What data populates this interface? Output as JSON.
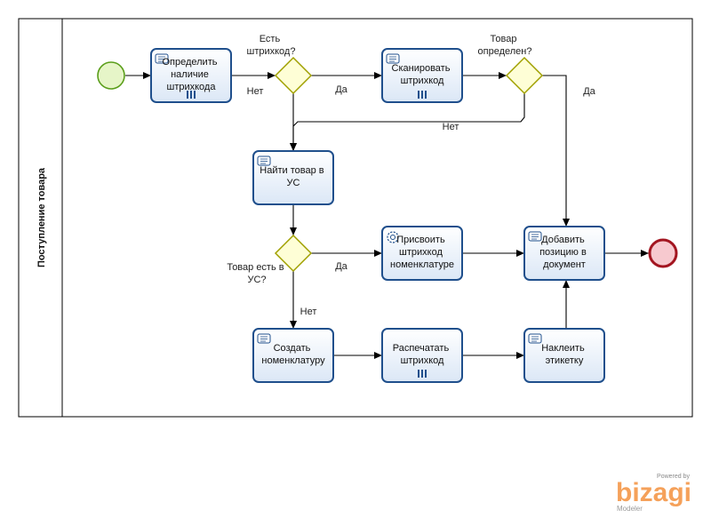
{
  "pool": {
    "lane_label": "Поступление товара"
  },
  "tasks": {
    "t1": [
      "Определить",
      "наличие",
      "штрихкода"
    ],
    "t2": [
      "Сканировать",
      "штрихкод"
    ],
    "t3": [
      "Найти товар в",
      "УС"
    ],
    "t4": [
      "Присвоить",
      "штрихкод",
      "номенклатуре"
    ],
    "t5": [
      "Добавить",
      "позицию в",
      "документ"
    ],
    "t6": [
      "Создать",
      "номенклатуру"
    ],
    "t7": [
      "Распечатать",
      "штрихкод"
    ],
    "t8": [
      "Наклеить",
      "этикетку"
    ]
  },
  "gateways": {
    "g1": [
      "Есть",
      "штрихкод?"
    ],
    "g2": [
      "Товар",
      "определен?"
    ],
    "g3": [
      "Товар есть в",
      "УС?"
    ]
  },
  "flow_labels": {
    "g1_no": "Нет",
    "g1_yes": "Да",
    "g2_yes": "Да",
    "g2_no": "Нет",
    "g3_yes": "Да",
    "g3_no": "Нет"
  },
  "branding": {
    "powered_by": "Powered by",
    "name": "bizagi",
    "product": "Modeler"
  },
  "colors": {
    "task_fill": "#e5eef9",
    "task_stroke": "#1f4f8c",
    "gateway_fill": "#fefed6",
    "gateway_stroke": "#a0a000",
    "start_fill": "#e6f5c8",
    "start_stroke": "#5a9e1a",
    "end_fill": "#f7c9cf",
    "end_stroke": "#a31520",
    "brand_orange": "#f5a15a"
  }
}
